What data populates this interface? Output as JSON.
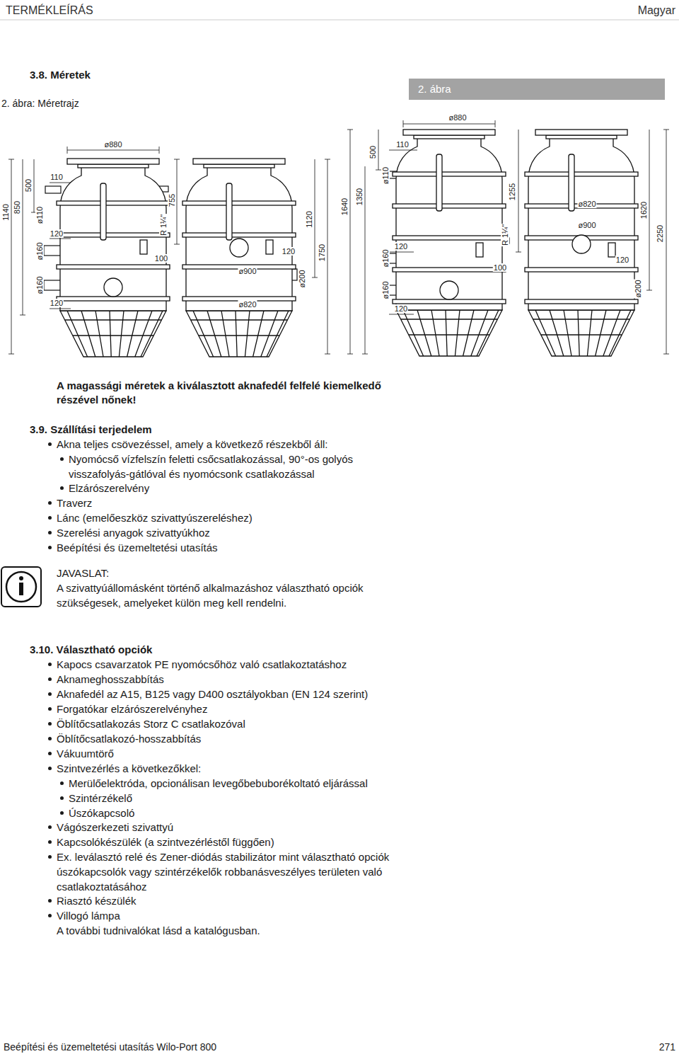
{
  "diagram": {
    "nodes": [
      {
        "text": [
          "2. ábra"
        ]
      }
    ],
    "labels": [
      "TERMÉKLEÍRÁS",
      "Magyar",
      "3.8. Méretek",
      "2. ábra: Méretrajz",
      "ø880",
      "1140",
      "850",
      "500",
      "110",
      "ø110",
      "755",
      "R 1¼\"",
      "120",
      "ø160",
      "100",
      "ø160",
      "120",
      "ø900",
      "ø820",
      "120",
      "1120",
      "ø200",
      "1750",
      "ø880",
      "110",
      "500",
      "1640",
      "1350",
      "ø110",
      "1255",
      "ø820",
      "ø900",
      "1620",
      "2250",
      "R 1¼\"",
      "120",
      "ø160",
      "100",
      "120",
      "ø160",
      "ø200",
      "120",
      "A magassági méretek a kiválasztott aknafedél felfelé kiemelkedő részével nőnek!",
      "3.9. Szállítási terjedelem",
      "Akna teljes csövezéssel, amely a következő részekből áll:",
      "Nyomócső vízfelszín feletti csőcsatlakozással, 90°-os golyós visszafolyás-gátlóval és nyomócsonk csatlakozással",
      "Elzárószerelvény",
      "Traverz",
      "Lánc (emelőeszköz szivattyúszereléshez)",
      "Szerelési anyagok szivattyúkhoz",
      "Beépítési és üzemeltetési utasítás",
      "JAVASLAT:",
      "A szivattyúállomásként történő alkalmazáshoz választható opciók szükségesek, amelyeket külön meg kell rendelni.",
      "3.10. Választható opciók",
      "Kapocs csavarzatok PE nyomócsőhöz való csatlakoztatáshoz",
      "Aknameghosszabbítás",
      "Aknafedél az A15, B125 vagy D400 osztályokban (EN 124 szerint)",
      "Forgatókar elzárószerelvényhez",
      "Öblítőcsatlakozás Storz C csatlakozóval",
      "Öblítőcsatlakozó-hosszabbítás",
      "Vákuumtörő",
      "Szintvezérlés a következőkkel:",
      "Merülőelektróda, opcionálisan levegőbebuborékoltató eljárással",
      "Szintérzékelő",
      "Úszókapcsoló",
      "Vágószerkezeti szivattyú",
      "Kapcsolókészülék (a szintvezérléstől függően)",
      "Ex. leválasztó relé és Zener-diódás stabilizátor mint választható opciók úszókapcsolók vagy szintérzékelők robbanásveszélyes területen való csatlakoztatásához",
      "Riasztó készülék",
      "Villogó lámpa",
      "A további tudnivalókat lásd a katalógusban.",
      "Beépítési és üzemeltetési utasítás Wilo-Port 800",
      "271"
    ]
  }
}
